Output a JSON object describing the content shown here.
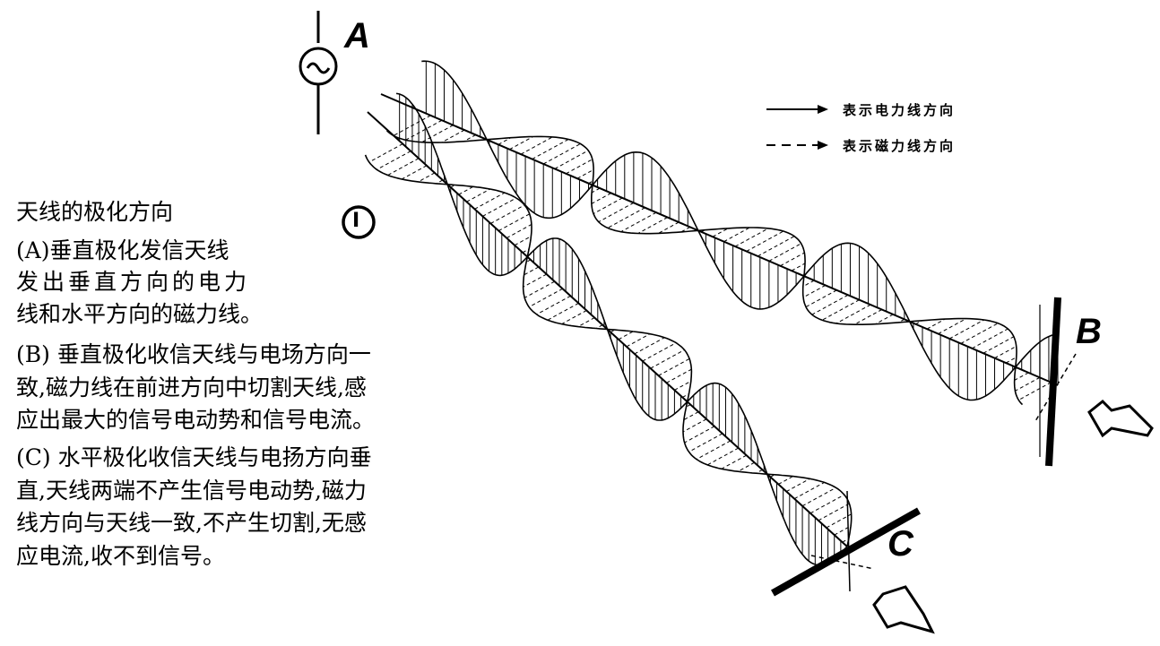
{
  "description_text": {
    "title": "天线的极化方向",
    "lines": [
      "(A)垂直极化发信天线",
      "发出垂直方向的电力",
      "线和水平方向的磁力线。",
      "(B) 垂直极化收信天线与电场方向一",
      "致,磁力线在前进方向中切割天线,感",
      "应出最大的信号电动势和信号电流。",
      "(C) 水平极化收信天线与电扬方向垂",
      "直,天线两端不产生信号电动势,磁力",
      "线方向与天线一致,不产生切割,无感",
      "应电流,收不到信号。"
    ]
  },
  "legend": {
    "electric": "表示电力线方向",
    "magnetic": "表示磁力线方向"
  },
  "labels": {
    "a": "A",
    "b": "B",
    "c": "C",
    "circle_number": "Ⅰ"
  },
  "icons": {
    "source": "ac-source-icon",
    "hand_b": "pointing-hand-icon",
    "hand_c": "pointing-hand-icon"
  }
}
